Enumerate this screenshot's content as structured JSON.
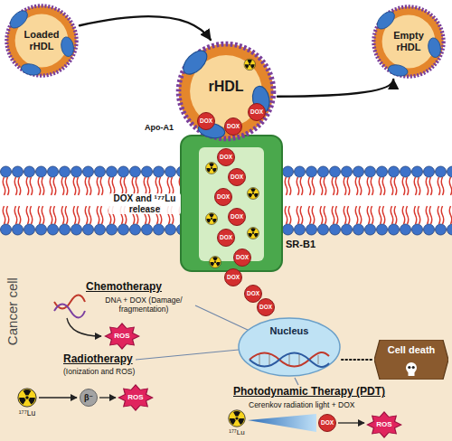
{
  "diagram": {
    "nodes": [
      {
        "text": [
          "Loaded rHDL"
        ]
      },
      {
        "text": [
          "rHDL"
        ]
      },
      {
        "text": [
          "Empty rHDL"
        ]
      },
      {
        "text": [
          "Nucleus"
        ]
      },
      {
        "text": [
          "Cell death"
        ]
      }
    ],
    "edges": [
      {
        "from": 0,
        "to": 1,
        "arrow": "to"
      },
      {
        "from": 1,
        "to": 2,
        "arrow": "to"
      },
      {
        "from": 3,
        "to": 4,
        "arrow": "none"
      }
    ],
    "labels": [
      "Apo-A1",
      "DOX and ¹⁷⁷Lu release",
      "SR-B1",
      "Cancer cell",
      "Chemotherapy",
      "DNA + DOX (Damage/ fragmentation)",
      "ROS",
      "Radiotherapy",
      "(Ionization and ROS)",
      "¹⁷⁷Lu",
      "β⁻",
      "ROS",
      "Photodynamic Therapy (PDT)",
      "Cerenkov radiation light + DOX",
      "¹⁷⁷Lu",
      "DOX",
      "ROS",
      "DOX",
      "DOX",
      "DOX",
      "DOX",
      "DOX",
      "DOX",
      "DOX",
      "DOX",
      "DOX",
      "DOX",
      "DOX",
      "DOX"
    ]
  }
}
